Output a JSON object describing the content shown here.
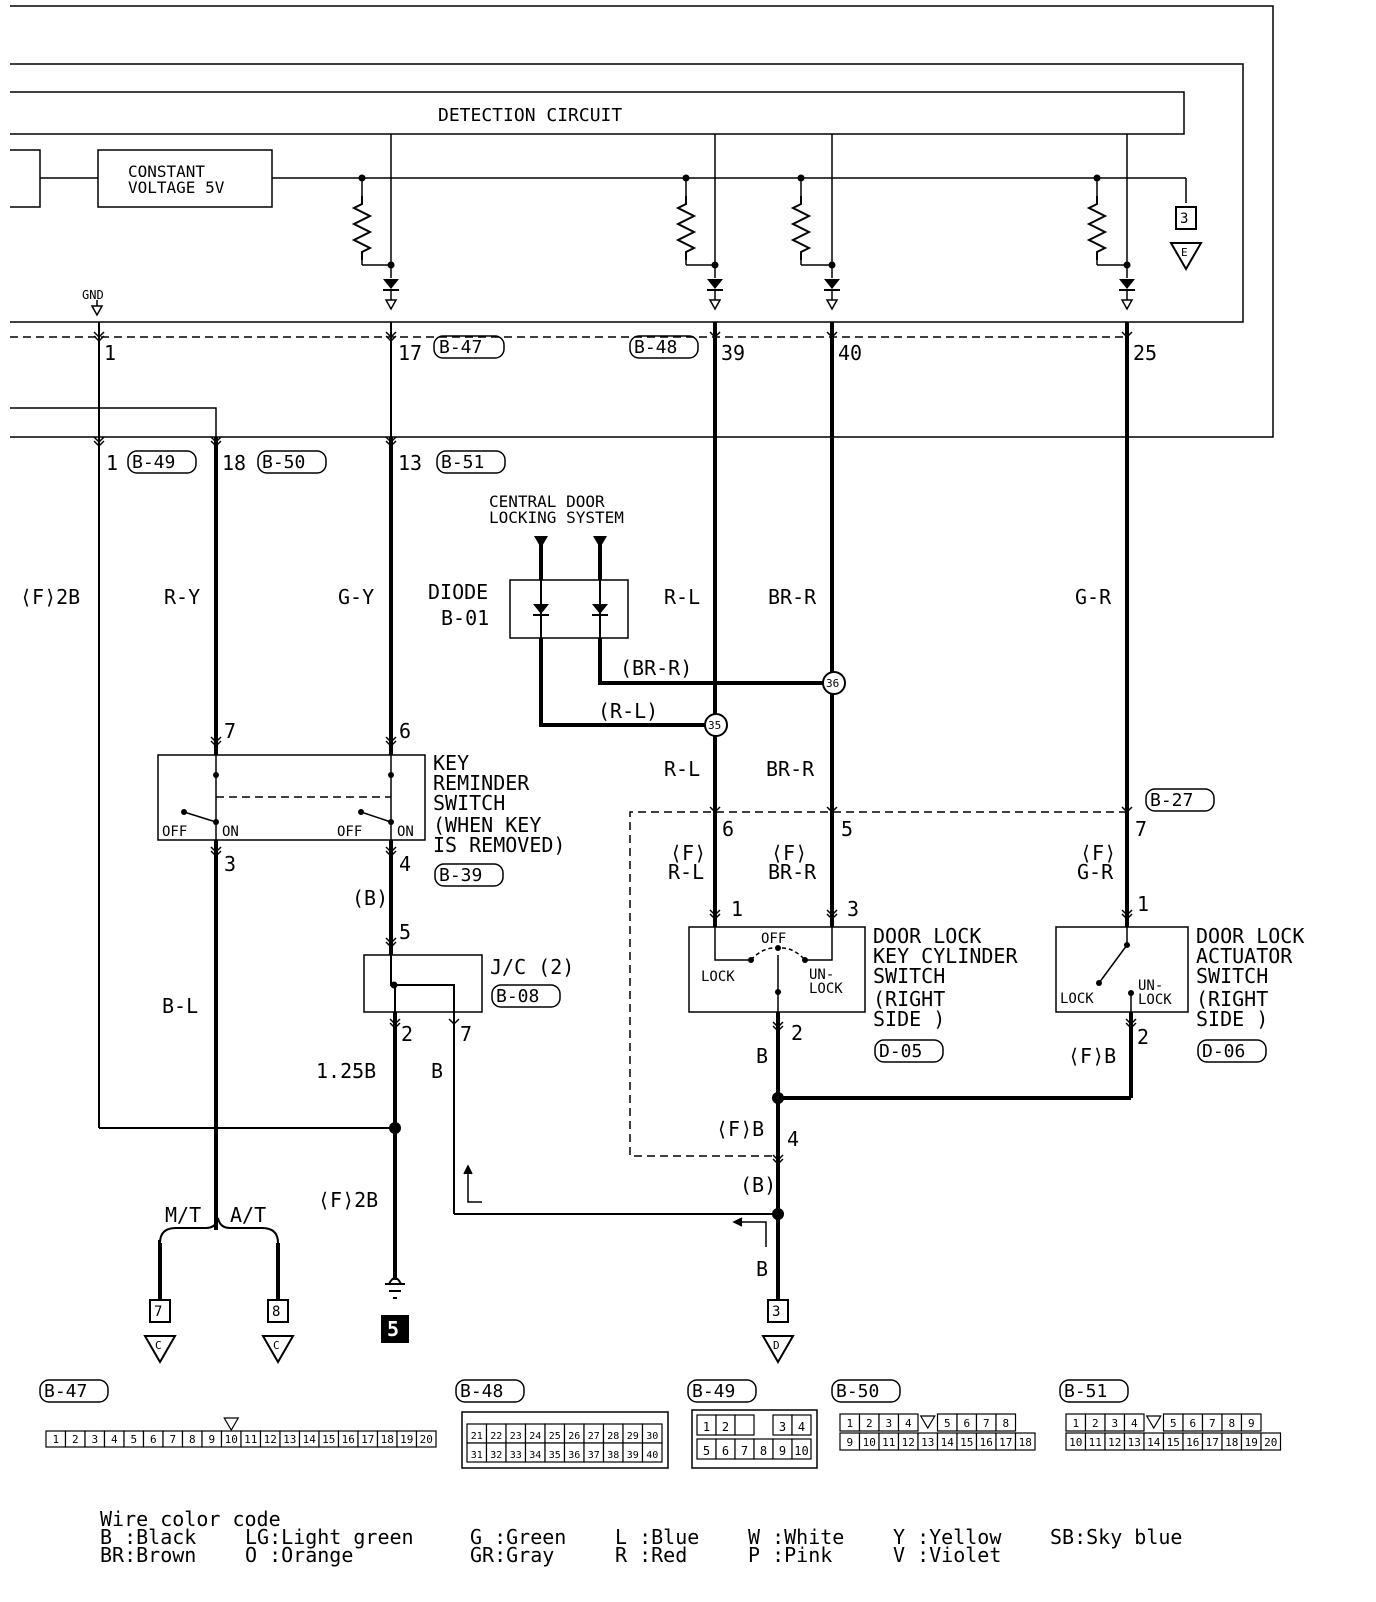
{
  "diagram": {
    "detection_circuit": "DETECTION CIRCUIT",
    "constant_voltage": [
      "CONSTANT",
      "VOLTAGE 5V"
    ],
    "gnd": "GND",
    "ecu_terminals": [
      "1",
      "17",
      "39",
      "40",
      "25"
    ],
    "etacs_terminals": [
      "1",
      "18",
      "13"
    ],
    "connectors": {
      "b47": "B-47",
      "b48": "B-48",
      "b49": "B-49",
      "b50": "B-50",
      "b51": "B-51",
      "b27": "B-27",
      "b39": "B-39",
      "b08": "B-08",
      "d05": "D-05",
      "d06": "D-06"
    },
    "wire_labels": {
      "f_2b_left": "⟨F⟩2B",
      "ry": "R-Y",
      "gy": "G-Y",
      "rl": "R-L",
      "brr": "BR-R",
      "gr": "G-R",
      "brr_paren": "(BR-R)",
      "rl_paren": "(R-L)",
      "rl2": "R-L",
      "brr2": "BR-R",
      "f_rl": [
        "⟨F⟩",
        "R-L"
      ],
      "f_brr": [
        "⟨F⟩",
        "BR-R"
      ],
      "f_gr": [
        "⟨F⟩",
        "G-R"
      ],
      "b_paren1": "(B)",
      "bl": "B-L",
      "b125": "1.25B",
      "b_jc": "B",
      "f_2b_bottom": "⟨F⟩2B",
      "b_dl": "B",
      "f_b_act": "⟨F⟩B",
      "f_b_4": "⟨F⟩B",
      "b_paren2": "(B)",
      "b_bottom": "B"
    },
    "pin_numbers": {
      "ks_7": "7",
      "ks_6": "6",
      "ks_3": "3",
      "ks_4": "4",
      "jc_5": "5",
      "jc_2": "2",
      "jc_7": "7",
      "b27_6": "6",
      "b27_5": "5",
      "b27_7": "7",
      "dl_1": "1",
      "dl_3": "3",
      "dl_2": "2",
      "act_1": "1",
      "act_2": "2",
      "pin_4": "4"
    },
    "splices": [
      "35",
      "36"
    ],
    "central_locking": [
      "CENTRAL  DOOR",
      "LOCKING  SYSTEM"
    ],
    "diode": [
      "DIODE",
      "B-01"
    ],
    "key_reminder": [
      "KEY",
      "REMINDER",
      "SWITCH",
      "(WHEN KEY",
      " IS REMOVED)"
    ],
    "ks_off": "OFF",
    "ks_on": "ON",
    "jc": "J/C (2)",
    "door_lock_key": [
      "DOOR LOCK",
      "KEY CYLINDER",
      "SWITCH",
      "(RIGHT",
      " SIDE )"
    ],
    "door_lock_act": [
      "DOOR LOCK",
      "ACTUATOR",
      "SWITCH",
      "(RIGHT",
      " SIDE )"
    ],
    "dl_off": "OFF",
    "lock": "LOCK",
    "unlock": [
      "UN-",
      "LOCK"
    ],
    "mt": "M/T",
    "at": "A/T",
    "refs": {
      "e3": "3",
      "e": "E",
      "c7": "7",
      "c8": "8",
      "c": "C",
      "ground5": "5",
      "d3": "3",
      "d": "D"
    },
    "pinouts": {
      "b47": {
        "label": "B-47",
        "pins": [
          "1",
          "2",
          "3",
          "4",
          "5",
          "6",
          "7",
          "8",
          "9",
          "10",
          "11",
          "12",
          "13",
          "14",
          "15",
          "16",
          "17",
          "18",
          "19",
          "20"
        ]
      },
      "b48": {
        "label": "B-48",
        "row1": [
          "21",
          "22",
          "23",
          "24",
          "25",
          "26",
          "27",
          "28",
          "29",
          "30"
        ],
        "row2": [
          "31",
          "32",
          "33",
          "34",
          "35",
          "36",
          "37",
          "38",
          "39",
          "40"
        ]
      },
      "b49": {
        "label": "B-49",
        "row1": [
          "1",
          "2",
          "",
          "3",
          "4"
        ],
        "row2": [
          "5",
          "6",
          "7",
          "8",
          "9",
          "10"
        ]
      },
      "b50": {
        "label": "B-50",
        "row1": [
          "1",
          "2",
          "3",
          "4",
          "",
          "5",
          "6",
          "7",
          "8"
        ],
        "row2": [
          "9",
          "10",
          "11",
          "12",
          "13",
          "14",
          "15",
          "16",
          "17",
          "18"
        ]
      },
      "b51": {
        "label": "B-51",
        "row1": [
          "1",
          "2",
          "3",
          "4",
          "",
          "5",
          "6",
          "7",
          "8",
          "9"
        ],
        "row2": [
          "10",
          "11",
          "12",
          "13",
          "14",
          "15",
          "16",
          "17",
          "18",
          "19",
          "20"
        ]
      }
    }
  },
  "legend": {
    "title": "Wire color code",
    "entries": [
      "B :Black",
      "BR:Brown",
      "LG:Light green",
      "O :Orange",
      "G :Green",
      "GR:Gray",
      "L :Blue",
      "R :Red",
      "W :White",
      "P :Pink",
      "Y :Yellow",
      "V :Violet",
      "SB:Sky blue"
    ]
  }
}
